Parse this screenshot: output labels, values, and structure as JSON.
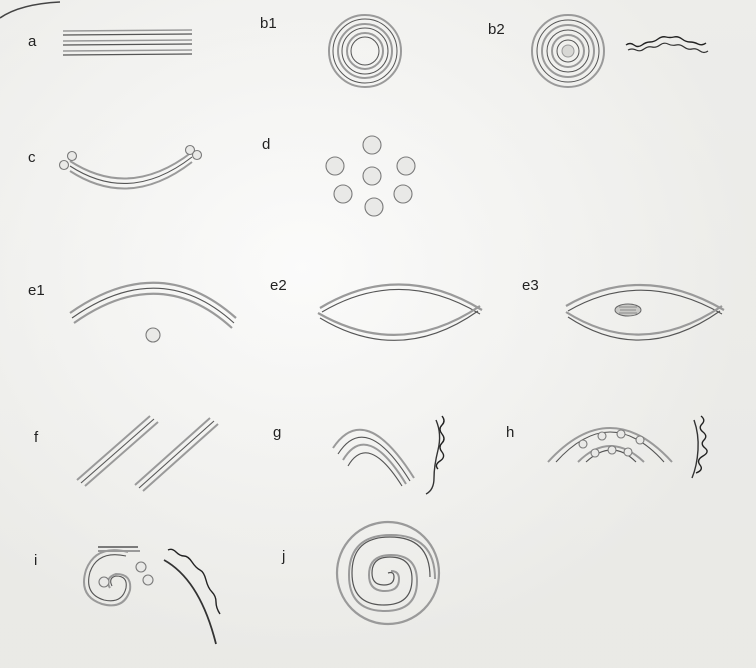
{
  "figure": {
    "panels": [
      {
        "id": "a",
        "label": "a",
        "motif": "parallel-lines"
      },
      {
        "id": "b1",
        "label": "b1",
        "motif": "concentric-circles"
      },
      {
        "id": "b2",
        "label": "b2",
        "motif": "concentric-circles-with-wavy-line"
      },
      {
        "id": "c",
        "label": "c",
        "motif": "arc-with-end-dots"
      },
      {
        "id": "d",
        "label": "d",
        "motif": "dot-rosette"
      },
      {
        "id": "e1",
        "label": "e1",
        "motif": "arc-with-dot"
      },
      {
        "id": "e2",
        "label": "e2",
        "motif": "lens-shape"
      },
      {
        "id": "e3",
        "label": "e3",
        "motif": "lens-with-center"
      },
      {
        "id": "f",
        "label": "f",
        "motif": "diagonal-lines"
      },
      {
        "id": "g",
        "label": "g",
        "motif": "nested-arcs-with-wavy-edge"
      },
      {
        "id": "h",
        "label": "h",
        "motif": "half-circles-with-dots"
      },
      {
        "id": "i",
        "label": "i",
        "motif": "spiral-with-dots"
      },
      {
        "id": "j",
        "label": "j",
        "motif": "spiral"
      }
    ]
  }
}
